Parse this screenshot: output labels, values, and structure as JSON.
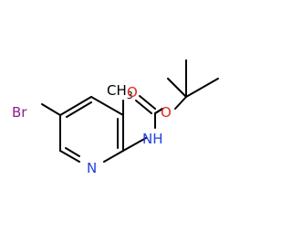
{
  "colors": {
    "background": "#ffffff",
    "bond": "#000000",
    "bromine": "#8b1f8b",
    "nitrogen": "#1f3fe0",
    "oxygen": "#e0281e"
  },
  "atoms": {
    "bromine": "Br",
    "ring_nitrogen": "N",
    "amide_nitrogen": "NH",
    "methyl_ch": "CH",
    "methyl_subscript": "3",
    "carbonyl_oxygen": "O",
    "ester_oxygen": "O"
  }
}
